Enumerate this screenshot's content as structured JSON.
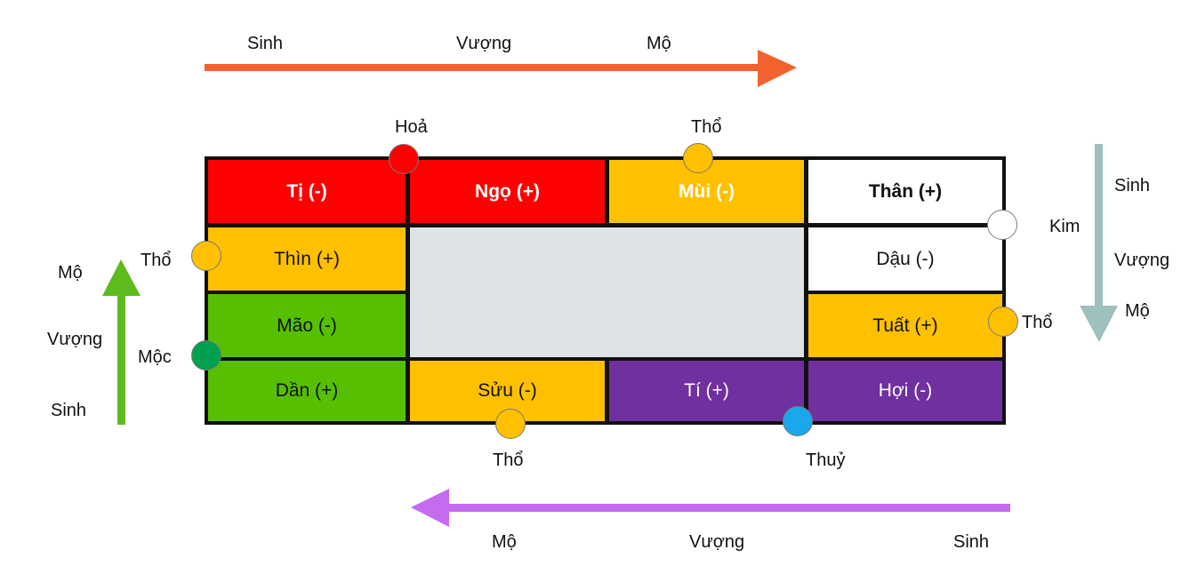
{
  "top_arrow": {
    "labels": [
      "Sinh",
      "Vượng",
      "Mộ"
    ],
    "color": "#F2622E"
  },
  "right_arrow": {
    "labels": [
      "Sinh",
      "Vượng",
      "Mộ"
    ],
    "color": "#9EC0BE"
  },
  "left_arrow": {
    "labels": [
      "Mộ",
      "Vượng",
      "Sinh"
    ],
    "color": "#5DBB1E"
  },
  "bottom_arrow": {
    "labels": [
      "Mộ",
      "Vượng",
      "Sinh"
    ],
    "color": "#C46BF0"
  },
  "cells": {
    "ti_minus": "Tị (-)",
    "ngo": "Ngọ (+)",
    "mui": "Mùi (-)",
    "than_plus": "Thân (+)",
    "thin": "Thìn (+)",
    "dau": "Dậu (-)",
    "mao": "Mão (-)",
    "tuat": "Tuất (+)",
    "dan": "Dần (+)",
    "suu": "Sửu (-)",
    "ti_plus": "Tí (+)",
    "hoi": "Hợi (-)"
  },
  "elements": {
    "hoa": "Hoả",
    "tho_top": "Thổ",
    "kim": "Kim",
    "tho_right": "Thổ",
    "thuy": "Thuỷ",
    "tho_bottom": "Thổ",
    "moc": "Mộc",
    "tho_left": "Thổ"
  },
  "colors": {
    "fire": "#FF0000",
    "earth": "#FFC000",
    "metal": "#FFFFFF",
    "wood": "#56C000",
    "water": "#7030A0",
    "center": "#DEE3E5",
    "water_dot": "#1AA7EC",
    "wood_dot": "#00A050"
  }
}
